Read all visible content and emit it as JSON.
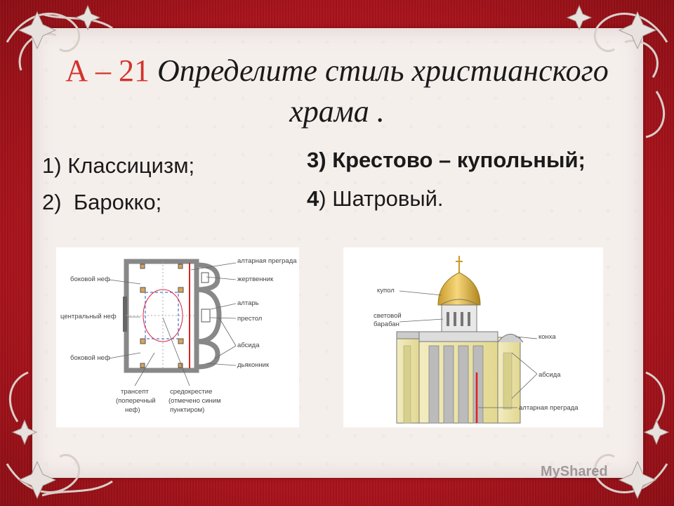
{
  "slide": {
    "title_number": "А – 21",
    "title_text_line1": "Определите  стиль христианского",
    "title_text_line2": "храма .",
    "options": [
      {
        "num": "1)",
        "text": "Классицизм;"
      },
      {
        "num": "2)",
        "text": "Барокко;"
      },
      {
        "num": "3)",
        "text": "Крестово – купольный;"
      },
      {
        "num": "4",
        "suffix": ")",
        "text": "Шатровый."
      }
    ]
  },
  "plan_diagram": {
    "labels": {
      "side_nave_top": "боковой неф",
      "central_nave": "центральный неф",
      "side_nave_bottom": "боковой неф",
      "altar_barrier": "алтарная преграда",
      "prothesis": "жертвенник",
      "altar": "алтарь",
      "throne": "престол",
      "apse": "абсида",
      "diaconicon": "дьяконник",
      "transept_line1": "трансепт",
      "transept_line2": "(поперечный",
      "transept_line3": "неф)",
      "crossing_line1": "средокрестие",
      "crossing_line2": "(отмечено синим",
      "crossing_line3": "пунктиром)"
    }
  },
  "section_diagram": {
    "labels": {
      "dome": "купол",
      "drum_line1": "световой",
      "drum_line2": "барабан",
      "concha": "конха",
      "apse": "абсида",
      "altar_barrier": "алтарная преграда"
    }
  },
  "watermark": "MyShared",
  "colors": {
    "frame_red": "#b8161c",
    "title_number": "#d4322a",
    "card": "#f5efec"
  }
}
